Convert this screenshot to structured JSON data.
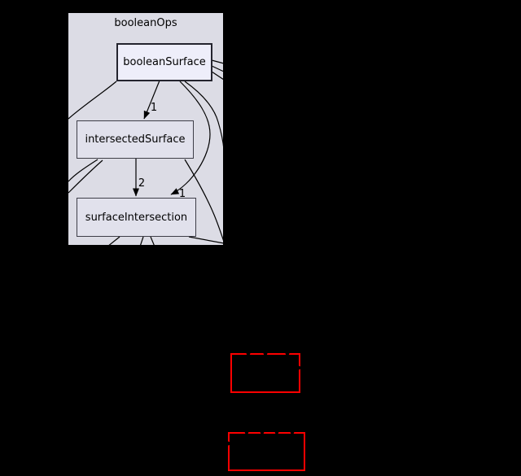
{
  "graph": {
    "type": "directory-dependency-graph",
    "cluster": {
      "label": "booleanOps"
    },
    "nodes": {
      "booleanSurface": {
        "label": "booleanSurface",
        "style": "focus"
      },
      "intersectedSurface": {
        "label": "intersectedSurface",
        "style": "normal"
      },
      "surfaceIntersection": {
        "label": "surfaceIntersection",
        "style": "normal"
      },
      "hidden1": {
        "label": "",
        "style": "hidden-red-outline"
      },
      "hidden2": {
        "label": "",
        "style": "hidden-red-outline"
      }
    },
    "edge_labels": {
      "booleanSurface_to_intersectedSurface": "1",
      "intersectedSurface_to_surfaceIntersection": "2",
      "booleanSurface_to_surfaceIntersection": "1"
    },
    "colors": {
      "background": "#000000",
      "cluster_fill": "#dcdce5",
      "node_fill": "#e1e1ec",
      "focus_node_fill": "#eeeefa",
      "node_border": "#3e3e48",
      "edge": "#000000",
      "text": "#000000",
      "hidden_node_border": "#fe0000"
    }
  }
}
